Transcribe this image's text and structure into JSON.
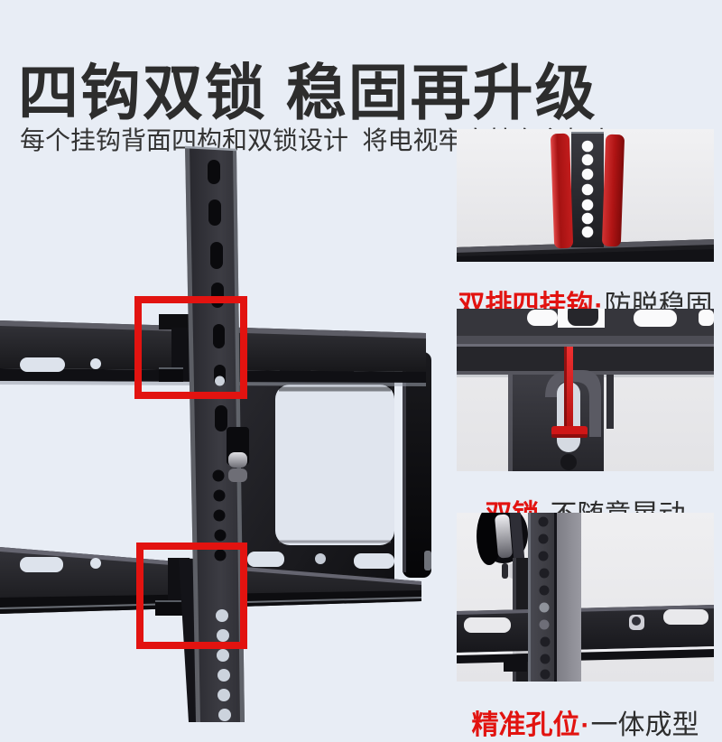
{
  "page": {
    "title": "四钩双锁 稳固再升级",
    "subtitle": "每个挂钩背面四构和双锁设计  将电视牢牢挂在主架上"
  },
  "colors": {
    "background": "#e8edf5",
    "accent_red": "#e21310",
    "title_dark": "#2d2d2d",
    "metal_dark": "#1b1b1e"
  },
  "main_image": {
    "name": "tv-wall-mount-bracket-photo",
    "highlights": [
      "upper-hook-area",
      "lower-hook-area"
    ]
  },
  "callouts": [
    {
      "label_red": "双排四挂钩",
      "sep": "·",
      "label_dark": "防脱稳固",
      "image": "double-row-four-hooks"
    },
    {
      "label_red": "双锁",
      "sep": "·",
      "label_dark": "不随意晃动",
      "image": "double-lock-pin"
    },
    {
      "label_red": "精准孔位",
      "sep": "·",
      "label_dark": "一体成型",
      "image": "precise-hole-positions"
    }
  ]
}
